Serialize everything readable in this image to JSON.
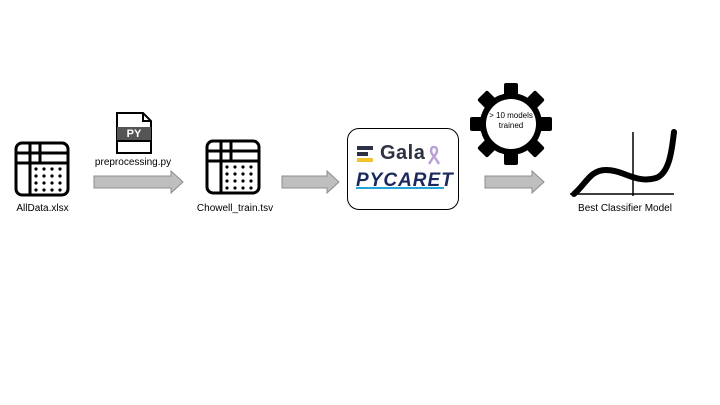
{
  "nodes": {
    "input_file": {
      "label": "AllData.xlsx",
      "icon": "spreadsheet-icon"
    },
    "script": {
      "label": "preprocessing.py",
      "icon_text": "PY",
      "icon": "python-file-icon"
    },
    "train_file": {
      "label": "Chowell_train.tsv",
      "icon": "spreadsheet-icon"
    },
    "platform": {
      "galaxy_text": "Gala",
      "galaxy_logo": "galaxy-logo",
      "pycaret_text": "PYCARET",
      "pycaret_logo": "pycaret-logo"
    },
    "training": {
      "text_line1": "> 10 models",
      "text_line2": "trained",
      "icon": "gear-icon"
    },
    "output": {
      "label": "Best Classifier Model",
      "icon": "curve-plot-icon"
    }
  },
  "colors": {
    "arrow_fill": "#bfbfbf",
    "arrow_stroke": "#8c8c8c",
    "galaxy_accent": "#b9a0d6",
    "galaxy_bars": "#f1c232",
    "pycaret_accent": "#22a4d8",
    "ink": "#000000"
  }
}
